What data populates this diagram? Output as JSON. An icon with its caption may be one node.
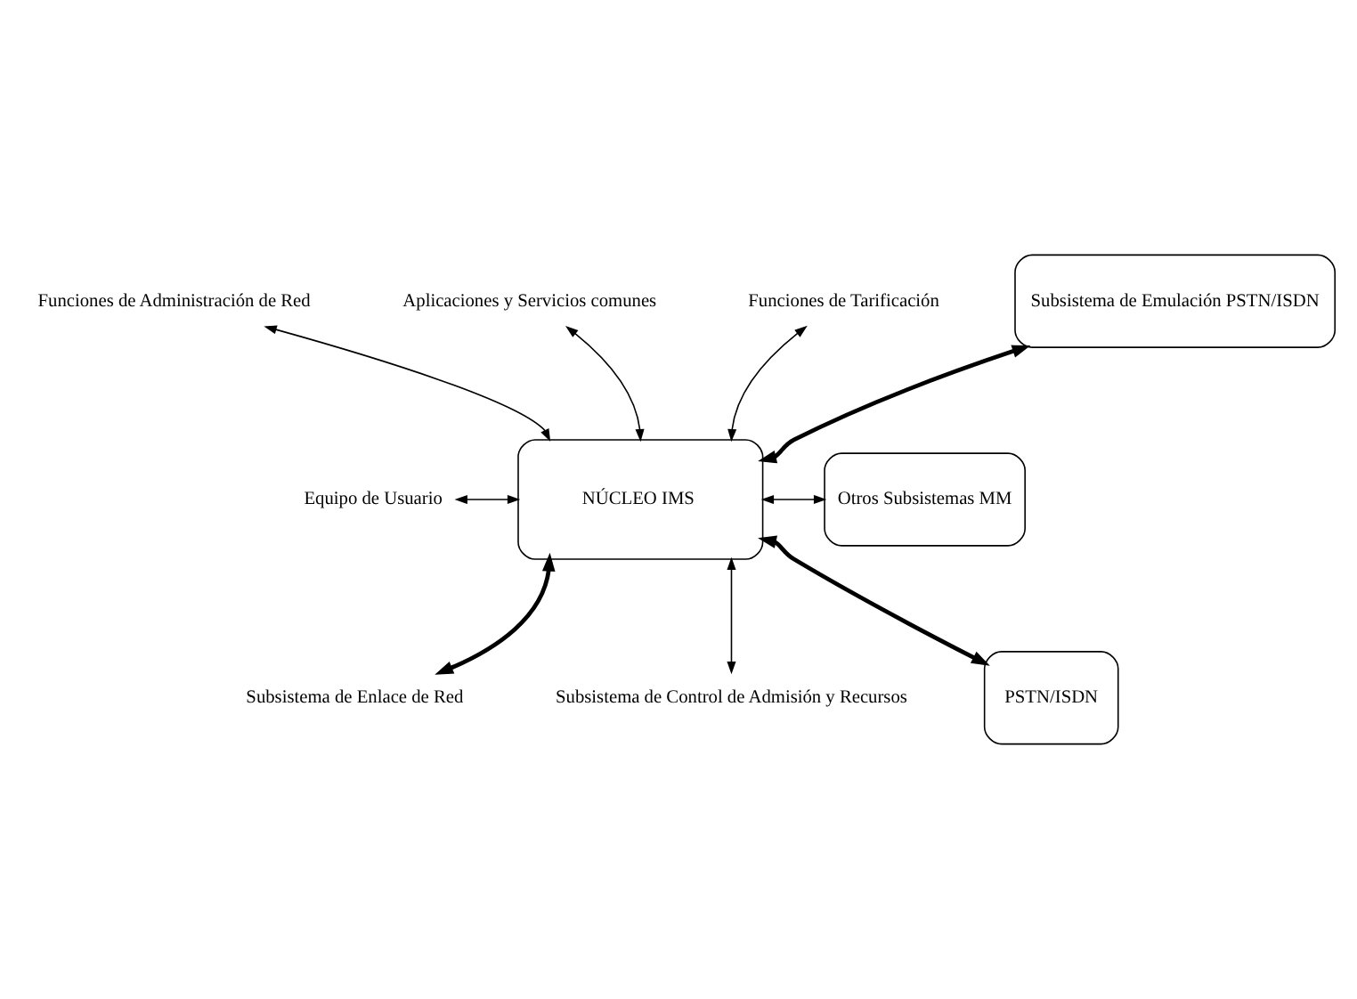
{
  "diagram": {
    "nodes": [
      {
        "text": [
          "NÚCLEO IMS"
        ]
      },
      {
        "text": [
          "Funciones de Administración de Red"
        ]
      },
      {
        "text": [
          "Aplicaciones y Servicios comunes"
        ]
      },
      {
        "text": [
          "Funciones de Tarificación"
        ]
      },
      {
        "text": [
          "Equipo de Usuario"
        ]
      },
      {
        "text": [
          "Subsistema de Emulación PSTN/ISDN"
        ]
      },
      {
        "text": [
          "Otros Subsistemas MM"
        ]
      },
      {
        "text": [
          "PSTN/ISDN"
        ]
      },
      {
        "text": [
          "Subsistema de Enlace de Red"
        ]
      },
      {
        "text": [
          "Subsistema de Control de Admisión y Recursos"
        ]
      }
    ],
    "edges": [
      {
        "from": 1,
        "to": 0,
        "arrow": "both"
      },
      {
        "from": 2,
        "to": 0,
        "arrow": "both"
      },
      {
        "from": 3,
        "to": 0,
        "arrow": "both"
      },
      {
        "from": 4,
        "to": 0,
        "arrow": "both"
      },
      {
        "from": 0,
        "to": 5,
        "arrow": "both",
        "style": "thick"
      },
      {
        "from": 0,
        "to": 6,
        "arrow": "both"
      },
      {
        "from": 0,
        "to": 7,
        "arrow": "both",
        "style": "thick"
      },
      {
        "from": 0,
        "to": 8,
        "arrow": "both",
        "style": "thick"
      },
      {
        "from": 0,
        "to": 9,
        "arrow": "both"
      }
    ]
  }
}
